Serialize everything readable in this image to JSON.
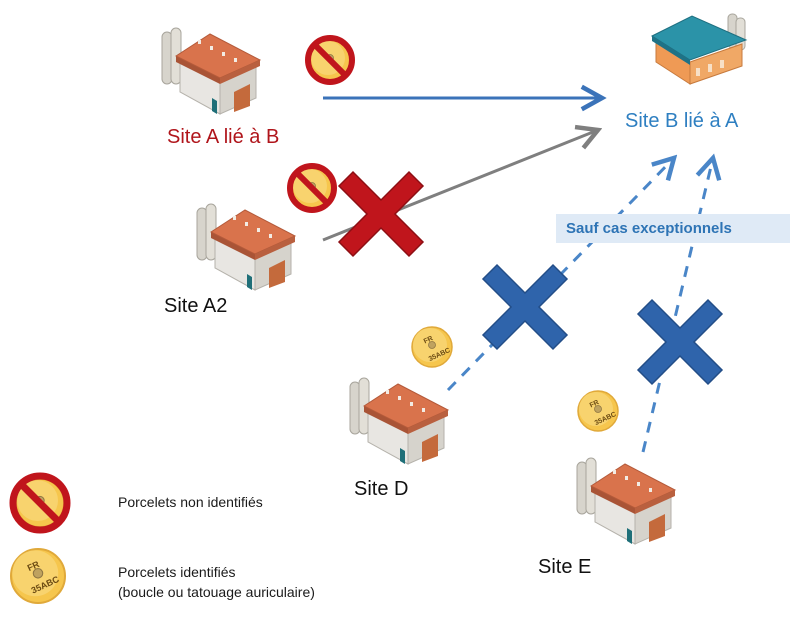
{
  "labels": {
    "site_a": "Site A lié à B",
    "site_b": "Site B lié à A",
    "site_a2": "Site A2",
    "site_d": "Site D",
    "site_e": "Site E",
    "exception_note": "Sauf cas  exceptionnels"
  },
  "tag": {
    "line1": "FR",
    "line2": "35ABC"
  },
  "legend": {
    "non_identified": "Porcelets non identifiés",
    "identified_line1": "Porcelets identifiés",
    "identified_line2": "(boucle ou tatouage auriculaire)"
  },
  "colors": {
    "site_a_text": "#b0151b",
    "site_b_text": "#2e7fc1",
    "arrow_blue": "#3b73b9",
    "arrow_gray": "#7f7f7f",
    "forbidden_red": "#c0151c",
    "cross_blue": "#2f64ab",
    "tag_yellow": "#f6c64d"
  },
  "icons": [
    "barn-icon",
    "forbidden-sign-icon",
    "ear-tag-icon",
    "red-cross-icon",
    "blue-cross-icon"
  ]
}
